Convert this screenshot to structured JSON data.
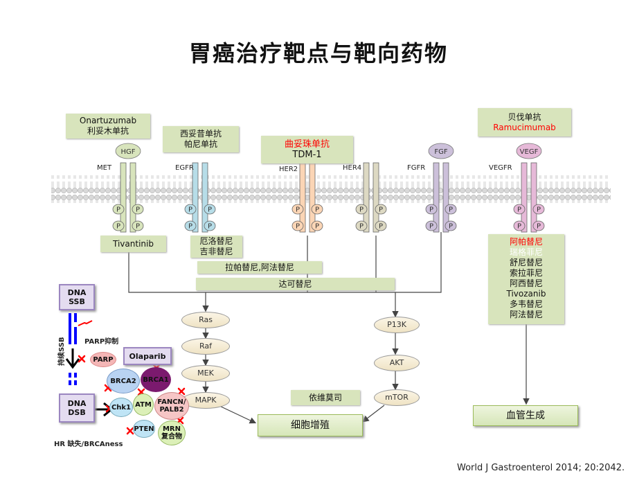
{
  "title": "胃癌治疗靶点与靶向药物",
  "receptors": {
    "met": "MET",
    "egfr": "EGFR",
    "her2": "HER2",
    "her4": "HER4",
    "fgfr": "FGFR",
    "vegfr": "VEGFR"
  },
  "ligands": {
    "hgf": "HGF",
    "fgf": "FGF",
    "vegf": "VEGF"
  },
  "phospho": "P",
  "antibodies": {
    "met": [
      "Onartuzumab",
      "利妥木单抗"
    ],
    "egfr": [
      "西妥昔单抗",
      "帕尼单抗"
    ],
    "her2": [
      "曲妥珠单抗",
      "TDM-1"
    ],
    "vegf": [
      "贝伐单抗",
      "Ramucimumab"
    ]
  },
  "tki": {
    "met": "Tivantinib",
    "egfr": [
      "厄洛替尼",
      "吉非替尼"
    ],
    "lapatinib": "拉帕替尼,阿法替尼",
    "dacomitinib": "达可替尼",
    "vegfr": [
      "阿帕替尼",
      "瑞格菲尼",
      "舒尼替尼",
      "索拉菲尼",
      "阿西替尼",
      "Tivozanib",
      "多韦替尼",
      "阿法替尼"
    ]
  },
  "pathway": {
    "ras": "Ras",
    "raf": "Raf",
    "mek": "MEK",
    "mapk": "MAPK",
    "pi3k": "P13K",
    "akt": "AKT",
    "mtor": "mTOR",
    "everolimus": "依维莫司"
  },
  "outcomes": {
    "proliferation": "细胞增殖",
    "angiogenesis": "血管生成"
  },
  "dna": {
    "ssb": [
      "DNA",
      "SSB"
    ],
    "dsb": [
      "DNA",
      "DSB"
    ],
    "persistent": "持续SSB",
    "parp_inhibit": "PARP抑制",
    "parp": "PARP",
    "olaparib": "Olaparib",
    "brca2": "BRCA2",
    "brca1": "BRCA1",
    "chk1": "Chk1",
    "atm": "ATM",
    "fancn": [
      "FANCN/",
      "PALB2"
    ],
    "pten": "PTEN",
    "mrn": [
      "MRN",
      "复合物"
    ],
    "hr": "HR 缺失/BRCAness"
  },
  "citation": "World J Gastroenterol 2014; 20:2042.",
  "colors": {
    "met": "#d8e4bc",
    "egfr": "#b7dde8",
    "her2": "#fbd5b5",
    "her4": "#ddd9c3",
    "fgfr": "#ccc0da",
    "vegfr": "#e6b9d8",
    "drug_box": "#d8e4bc",
    "highlight": "#ff0000"
  }
}
